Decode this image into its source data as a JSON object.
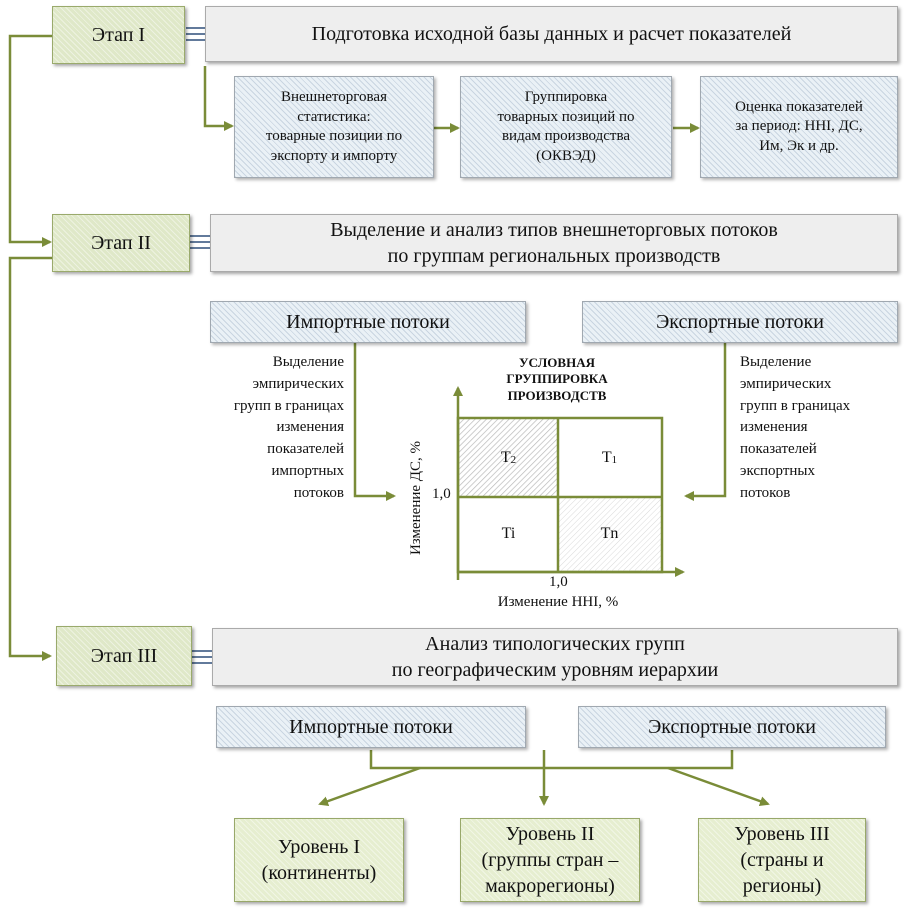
{
  "stages": {
    "s1": {
      "label": "Этап I",
      "title": "Подготовка исходной базы данных и расчет показателей"
    },
    "s2": {
      "label": "Этап II",
      "title_line1": "Выделение и анализ типов внешнеторговых потоков",
      "title_line2": "по группам региональных производств"
    },
    "s3": {
      "label": "Этап III",
      "title_line1": "Анализ типологических групп",
      "title_line2": "по географическим уровням иерархии"
    }
  },
  "stage1_steps": [
    {
      "lines": [
        "Внешнеторговая",
        "статистика:",
        "товарные позиции по",
        "экспорту и импорту"
      ]
    },
    {
      "lines": [
        "Группировка",
        "товарных позиций по",
        "видам производства",
        "(ОКВЭД)"
      ]
    },
    {
      "lines": [
        "Оценка показателей",
        "за период: ННI, ДС,",
        "Им, Эк и др."
      ]
    }
  ],
  "stage2": {
    "import_flows": "Импортные потоки",
    "export_flows": "Экспортные потоки",
    "import_note": [
      "Выделение",
      "эмпирических",
      "групп в границах",
      "изменения",
      "показателей",
      "импортных",
      "потоков"
    ],
    "export_note": [
      "Выделение",
      "эмпирических",
      "групп в границах",
      "изменения",
      "показателей",
      "экспортных",
      "потоков"
    ],
    "matrix": {
      "title": [
        "УСЛОВНАЯ",
        "ГРУППИРОВКА",
        "ПРОИЗВОДСТВ"
      ],
      "y_axis": "Изменение ДС, %",
      "x_axis": "Изменение ННI, %",
      "y_threshold": "1,0",
      "x_threshold": "1,0",
      "cells": {
        "top_left": "T",
        "top_left_sub": "2",
        "top_right": "T",
        "top_right_sub": "1",
        "bottom_left": "Ti",
        "bottom_right": "Tn"
      }
    }
  },
  "stage3": {
    "import_flows": "Импортные потоки",
    "export_flows": "Экспортные потоки",
    "levels": [
      {
        "lines": [
          "Уровень I",
          "(континенты)"
        ]
      },
      {
        "lines": [
          "Уровень II",
          "(группы стран –",
          "макрорегионы)"
        ]
      },
      {
        "lines": [
          "Уровень  III",
          "(страны и",
          "регионы)"
        ]
      }
    ]
  },
  "colors": {
    "connector": "#7a8c38",
    "stage_fill": "#dfe8c8",
    "box_grey": "#eeeeee",
    "box_blue": "#eaf1f6",
    "link_blue": "#2f4f7a"
  }
}
